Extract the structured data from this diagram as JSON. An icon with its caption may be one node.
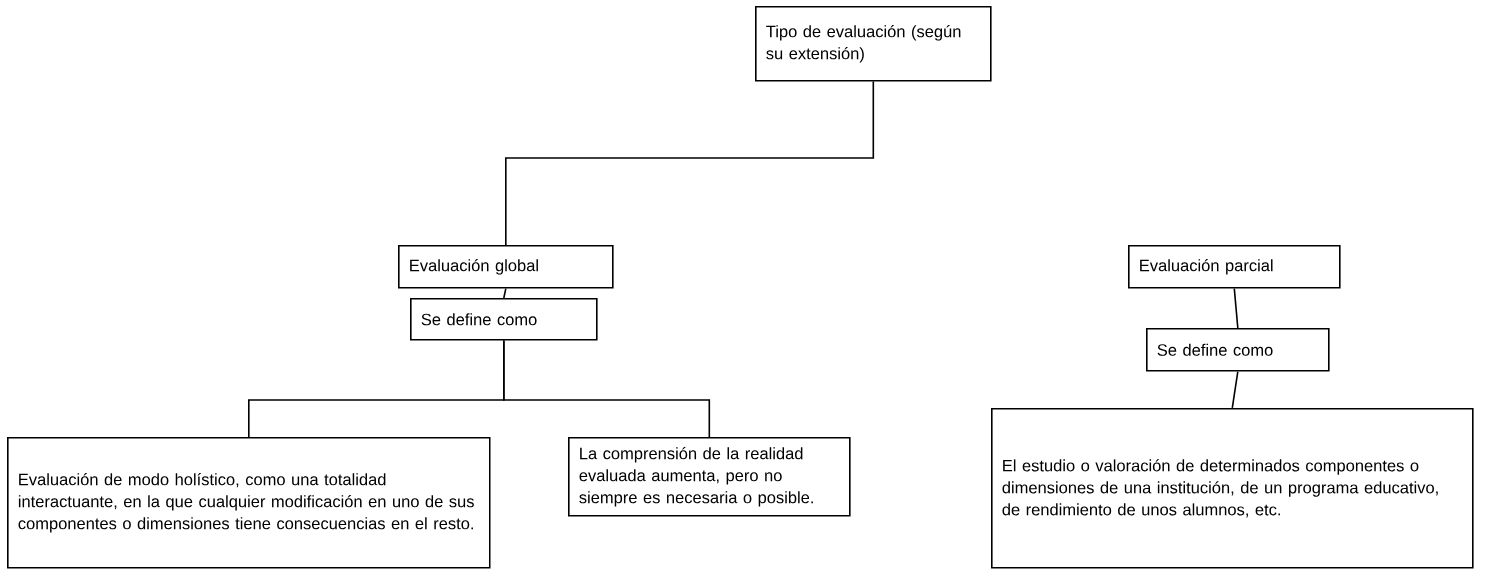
{
  "diagram": {
    "nodes": [
      {
        "text": [
          "Tipo de evaluación (según su extensión)"
        ]
      },
      {
        "text": [
          "Evaluación global"
        ]
      },
      {
        "text": [
          "Se define como"
        ]
      },
      {
        "text": [
          "Evaluación de modo holístico, como una totalidad interactuante, en la que cualquier modificación en uno de sus componentes o dimensiones tiene consecuencias en el resto."
        ]
      },
      {
        "text": [
          "La comprensión de la realidad evaluada aumenta, pero no siempre es necesaria o posible."
        ]
      },
      {
        "text": [
          "Evaluación parcial"
        ]
      },
      {
        "text": [
          "Se define como"
        ]
      },
      {
        "text": [
          "El estudio o valoración de determinados componentes o dimensiones de una institución, de un programa educativo, de rendimiento de unos alumnos, etc."
        ]
      }
    ],
    "edges": [
      {
        "from": 0,
        "to": 1,
        "arrow": "none"
      },
      {
        "from": 1,
        "to": 2,
        "arrow": "none"
      },
      {
        "from": 2,
        "to": 3,
        "arrow": "none"
      },
      {
        "from": 2,
        "to": 4,
        "arrow": "none"
      },
      {
        "from": 5,
        "to": 6,
        "arrow": "none"
      },
      {
        "from": 6,
        "to": 7,
        "arrow": "none"
      }
    ]
  }
}
